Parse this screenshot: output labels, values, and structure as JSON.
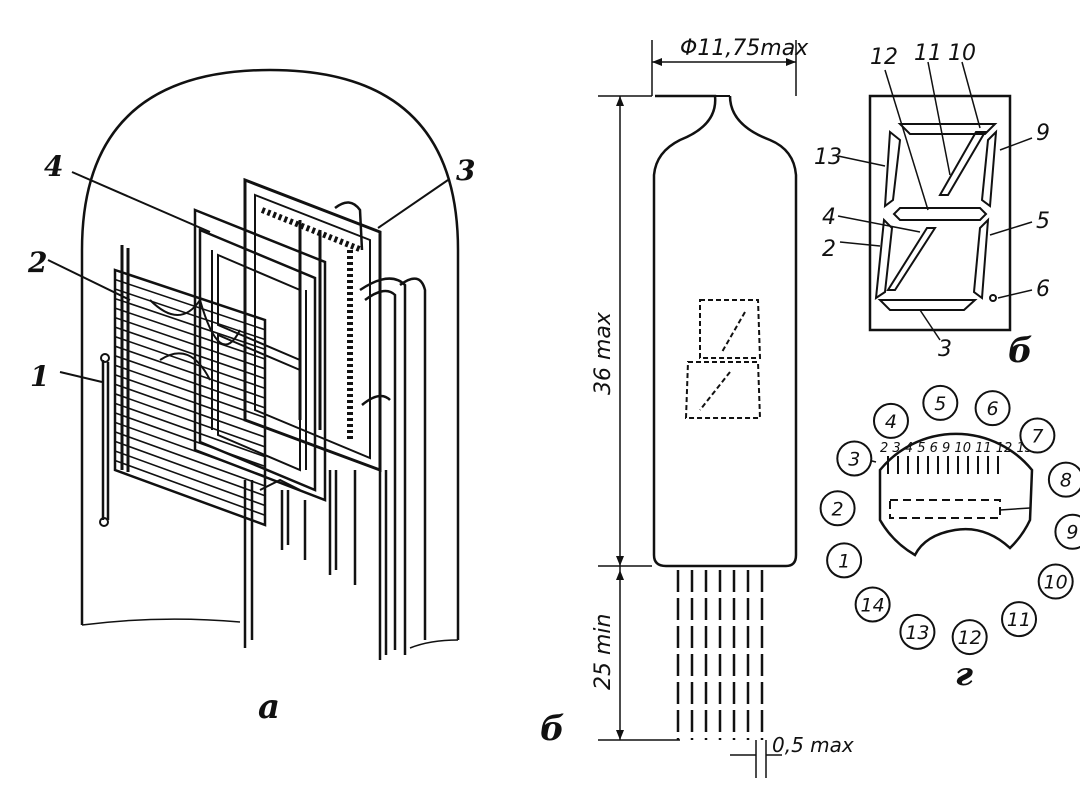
{
  "view_a": {
    "caption": "а",
    "callouts": [
      "1",
      "2",
      "3",
      "4"
    ]
  },
  "view_b": {
    "caption": "б",
    "diameter": "Φ11,75max",
    "height": "36 max",
    "lead_length": "25 min",
    "lead_diameter": "0,5 max"
  },
  "view_c": {
    "caption": "б",
    "segments": [
      "12",
      "11",
      "10",
      "9",
      "13",
      "4",
      "2",
      "5",
      "6",
      "3"
    ]
  },
  "view_d": {
    "caption": "г",
    "pins": [
      "1",
      "2",
      "3",
      "4",
      "5",
      "6",
      "7",
      "8",
      "9",
      "10",
      "11",
      "12",
      "13",
      "14"
    ],
    "inner_labels": "2 3 4 5 6 9 10 11 12 13"
  }
}
